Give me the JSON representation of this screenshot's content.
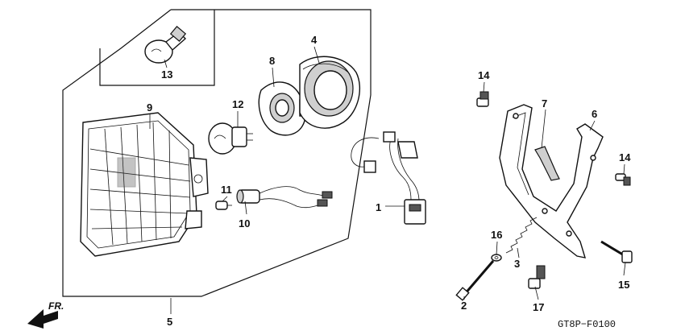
{
  "diagram": {
    "code": "GT8P−F0100",
    "direction_label": "FR.",
    "callouts": {
      "p1": "1",
      "p2": "2",
      "p3": "3",
      "p4": "4",
      "p5": "5",
      "p6": "6",
      "p7": "7",
      "p8": "8",
      "p9": "9",
      "p10": "10",
      "p11": "11",
      "p12": "12",
      "p13": "13",
      "p14a": "14",
      "p14b": "14",
      "p15": "15",
      "p16": "16",
      "p17": "17"
    }
  }
}
